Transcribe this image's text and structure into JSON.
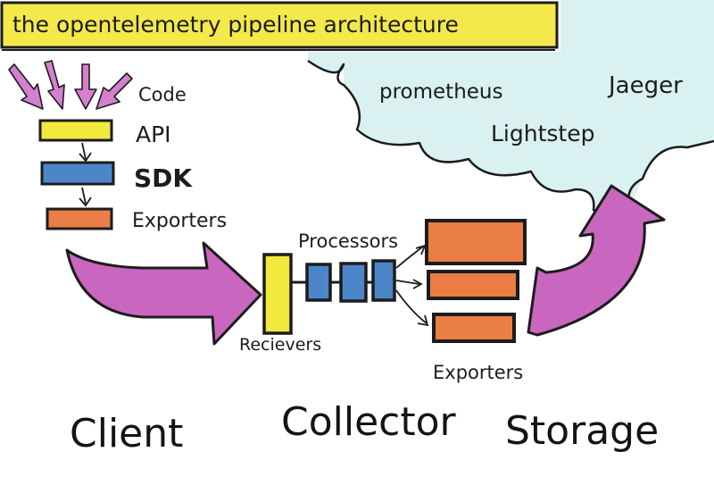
{
  "title": "the opentelemetry pipeline architecture",
  "client": {
    "input_label": "Code",
    "layers": [
      "API",
      "SDK",
      "Exporters"
    ],
    "section_label": "Client"
  },
  "collector": {
    "receivers_label": "Recievers",
    "processors_label": "Processors",
    "exporters_label": "Exporters",
    "section_label": "Collector"
  },
  "storage": {
    "backends": [
      "prometheus",
      "Lightstep",
      "Jaeger"
    ],
    "section_label": "Storage"
  },
  "colors": {
    "title_bg": "#f4e84a",
    "api": "#f1e93e",
    "sdk": "#4d86c8",
    "exporter": "#ea7e45",
    "arrow": "#c966c0",
    "cloud": "#d9f1f1"
  }
}
